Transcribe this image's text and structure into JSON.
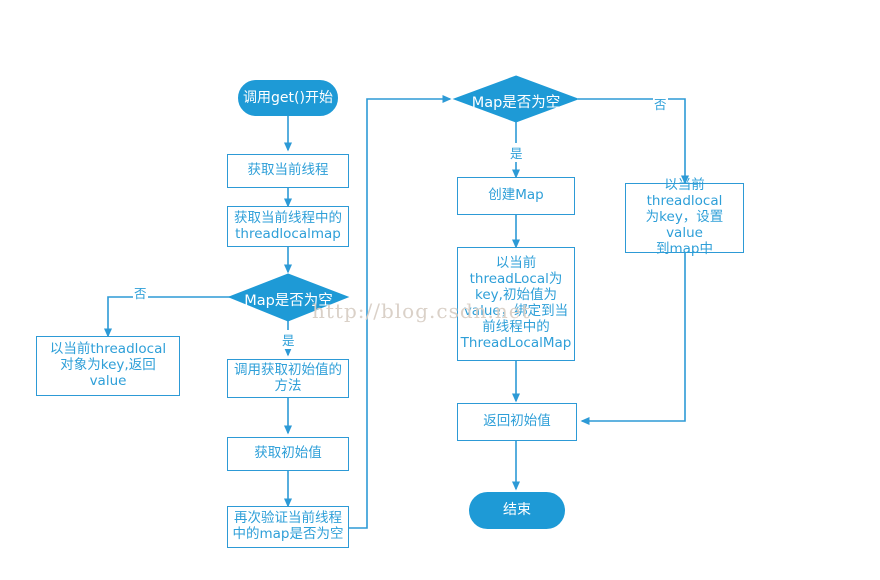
{
  "diagram": {
    "title": "ThreadLocal get() flowchart",
    "colors": {
      "accent": "#1e9ad6",
      "stroke": "#2d9ad6",
      "text": "#2e9fd8",
      "node_fill": "#ffffff",
      "terminator_fill": "#1e9ad6",
      "terminator_text": "#ffffff",
      "background": "#ffffff",
      "watermark": "#d9cfc6"
    },
    "watermark": "http://blog.csdn.net",
    "nodes": {
      "start": "调用get()开始",
      "get_current_thread": "获取当前线程",
      "get_threadlocalmap": "获取当前线程中的\nthreadlocalmap",
      "decision_map_empty_left": "Map是否为空",
      "return_value_by_key": "以当前threadlocal\n对象为key,返回\nvalue",
      "call_initial_value_method": "调用获取初始值的\n方法",
      "get_initial_value": "获取初始值",
      "revalidate_map_empty": "再次验证当前线程\n中的map是否为空",
      "decision_map_empty_right": "Map是否为空",
      "create_map": "创建Map",
      "bind_to_threadlocalmap": "以当前\nthreadLocal为\nkey,初始值为\nvalue，绑定到当\n前线程中的\nThreadLocalMap",
      "set_value_to_map": "以当前threadlocal\n为key，设置value\n到map中",
      "return_initial_value": "返回初始值",
      "end": "结束"
    },
    "edge_labels": {
      "left_no": "否",
      "left_yes": "是",
      "right_no": "否",
      "right_yes": "是"
    }
  }
}
